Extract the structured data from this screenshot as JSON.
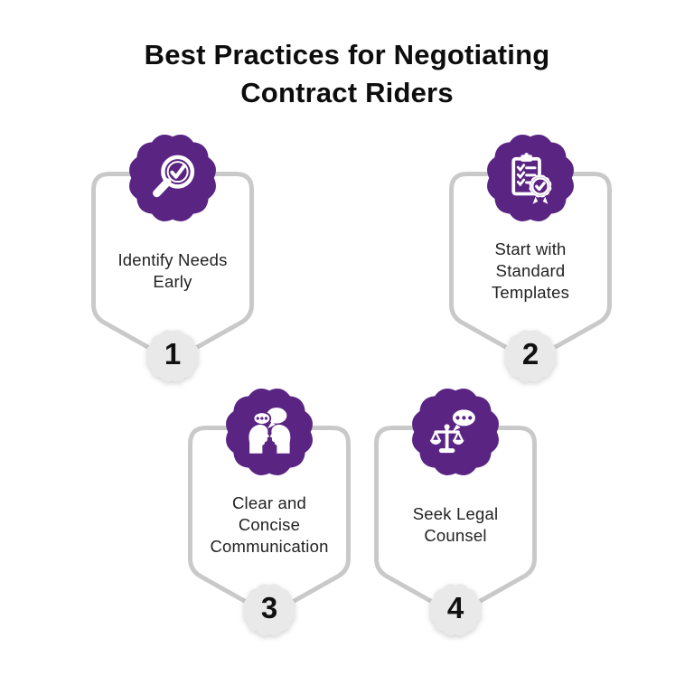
{
  "title": {
    "lines": [
      "Best Practices for Negotiating",
      "Contract Riders"
    ]
  },
  "cards": [
    {
      "number": "1",
      "icon": "magnifier-check-icon",
      "lines": [
        "Identify Needs",
        "Early"
      ]
    },
    {
      "number": "2",
      "icon": "clipboard-checklist-award-icon",
      "lines": [
        "Start with",
        "Standard",
        "Templates"
      ]
    },
    {
      "number": "3",
      "icon": "conversation-heads-icon",
      "lines": [
        "Clear and",
        "Concise",
        "Communication"
      ]
    },
    {
      "number": "4",
      "icon": "scales-speech-bubble-icon",
      "lines": [
        "Seek Legal",
        "Counsel"
      ]
    }
  ],
  "colors": {
    "badge_purple": "#5A2483",
    "card_border": "#C9C9C9",
    "number_badge_bg": "#E9E9E9",
    "title_text": "#0D0D0D",
    "label_text": "#222222",
    "icon_white": "#FFFFFF",
    "background": "#FFFFFF"
  }
}
